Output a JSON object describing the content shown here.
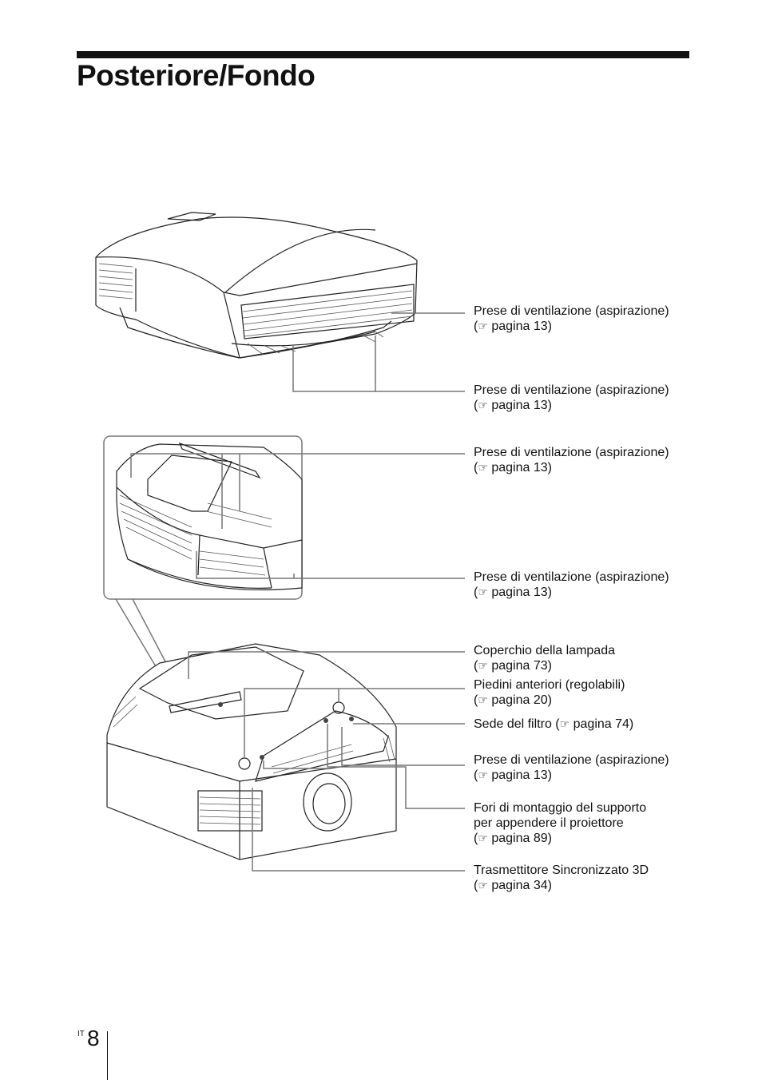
{
  "page": {
    "title": "Posteriore/Fondo",
    "lang_code": "IT",
    "page_number": "8"
  },
  "callouts": [
    {
      "label": "Prese di ventilazione (aspirazione)",
      "ref_pre": "(",
      "ref_icon": "☞",
      "ref_text": " pagina 13)"
    },
    {
      "label": "Prese di ventilazione (aspirazione)",
      "ref_pre": "(",
      "ref_icon": "☞",
      "ref_text": " pagina 13)"
    },
    {
      "label": "Prese di ventilazione (aspirazione)",
      "ref_pre": "(",
      "ref_icon": "☞",
      "ref_text": " pagina 13)"
    },
    {
      "label": "Prese di ventilazione (aspirazione)",
      "ref_pre": "(",
      "ref_icon": "☞",
      "ref_text": " pagina 13)"
    },
    {
      "label": "Coperchio della lampada",
      "ref_pre": "(",
      "ref_icon": "☞",
      "ref_text": " pagina 73)"
    },
    {
      "label": "Piedini anteriori (regolabili)",
      "ref_pre": "(",
      "ref_icon": "☞",
      "ref_text": " pagina 20)"
    },
    {
      "label": "Sede del filtro (",
      "ref_pre": "",
      "ref_icon": "☞",
      "ref_text": " pagina 74)"
    },
    {
      "label": "Prese di ventilazione (aspirazione)",
      "ref_pre": "(",
      "ref_icon": "☞",
      "ref_text": " pagina 13)"
    },
    {
      "label": "Fori di montaggio del supporto",
      "label2": "per appendere il proiettore",
      "ref_pre": "(",
      "ref_icon": "☞",
      "ref_text": " pagina 89)"
    },
    {
      "label": "Trasmettitore Sincronizzato 3D",
      "ref_pre": "(",
      "ref_icon": "☞",
      "ref_text": " pagina 34)"
    }
  ]
}
